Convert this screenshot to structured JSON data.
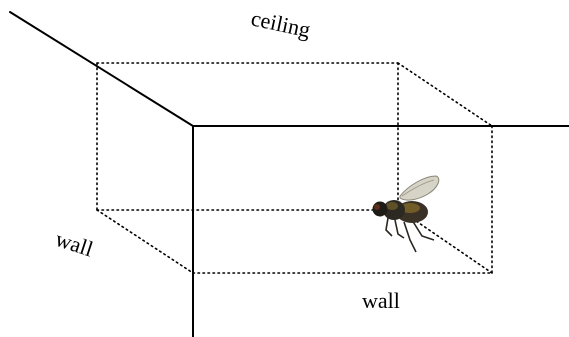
{
  "labels": {
    "ceiling": "ceiling",
    "left_wall": "wall",
    "right_wall": "wall"
  },
  "figure": {
    "subject_icon": "fly-icon"
  }
}
